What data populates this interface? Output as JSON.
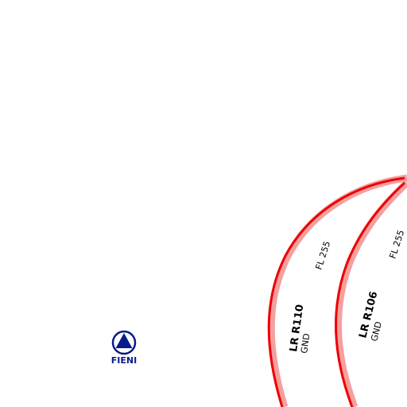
{
  "colors": {
    "background": "#ffffff",
    "restricted_area_outline": "#ee0000",
    "restricted_area_halo": "#f5a0a0",
    "waypoint": "#0a1a8c"
  },
  "areas": [
    {
      "id": "LR R110",
      "name": "LR R110",
      "lower": "GND",
      "upper": "FL 255"
    },
    {
      "id": "LR R106",
      "name": "LR R106",
      "lower": "GND",
      "upper": "FL 255"
    }
  ],
  "waypoint": {
    "name": "FIENI",
    "icon": "triangle-in-circle-icon"
  }
}
